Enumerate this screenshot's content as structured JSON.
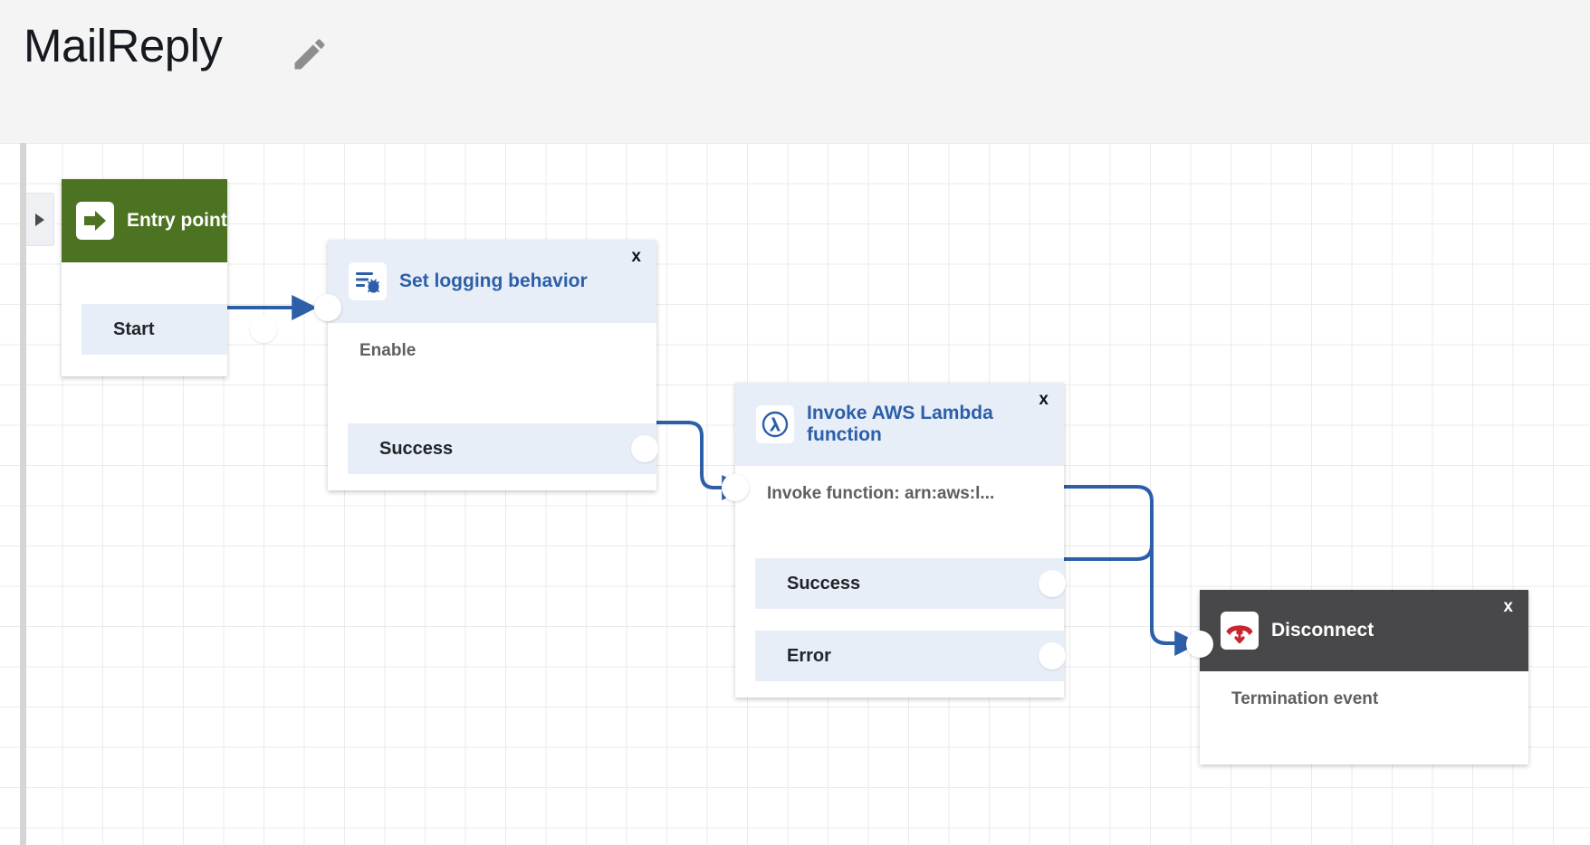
{
  "header": {
    "title": "MailReply",
    "edit_icon": "pencil-icon"
  },
  "canvas": {
    "panel_toggle_icon": "triangle-right-icon",
    "grid": "on"
  },
  "colors": {
    "entry_green": "#4c7321",
    "node_blue_header": "#e8eef8",
    "node_blue_text": "#2c5fa8",
    "disconnect_gray": "#48484a",
    "edge_blue": "#2c5fa8",
    "port_row_blue": "#e8eef8",
    "page_background": "#f4f4f4",
    "disconnect_icon_red": "#c9252d"
  },
  "nodes": [
    {
      "id": "entry",
      "title": "Entry point",
      "icon": "arrow-right-square-icon",
      "closable": false,
      "body_text": "",
      "ports": [
        {
          "name": "Start",
          "type": "output"
        }
      ]
    },
    {
      "id": "logging",
      "title": "Set logging behavior",
      "icon": "log-bug-icon",
      "closable": true,
      "close_label": "x",
      "body_text": "Enable",
      "ports": [
        {
          "name": "Success",
          "type": "output"
        }
      ]
    },
    {
      "id": "lambda",
      "title": "Invoke AWS Lambda function",
      "icon": "aws-lambda-icon",
      "closable": true,
      "close_label": "x",
      "body_text": "Invoke function: arn:aws:l...",
      "ports": [
        {
          "name": "Success",
          "type": "output"
        },
        {
          "name": "Error",
          "type": "output"
        }
      ]
    },
    {
      "id": "disconnect",
      "title": "Disconnect",
      "icon": "phone-hangup-icon",
      "closable": true,
      "close_label": "x",
      "body_text": "Termination event",
      "ports": []
    }
  ],
  "edges": [
    {
      "from": "entry.Start",
      "to": "logging.in"
    },
    {
      "from": "logging.Success",
      "to": "lambda.in"
    },
    {
      "from": "lambda.Success",
      "to": "disconnect.in"
    },
    {
      "from": "lambda.Error",
      "to": "disconnect.in"
    }
  ]
}
